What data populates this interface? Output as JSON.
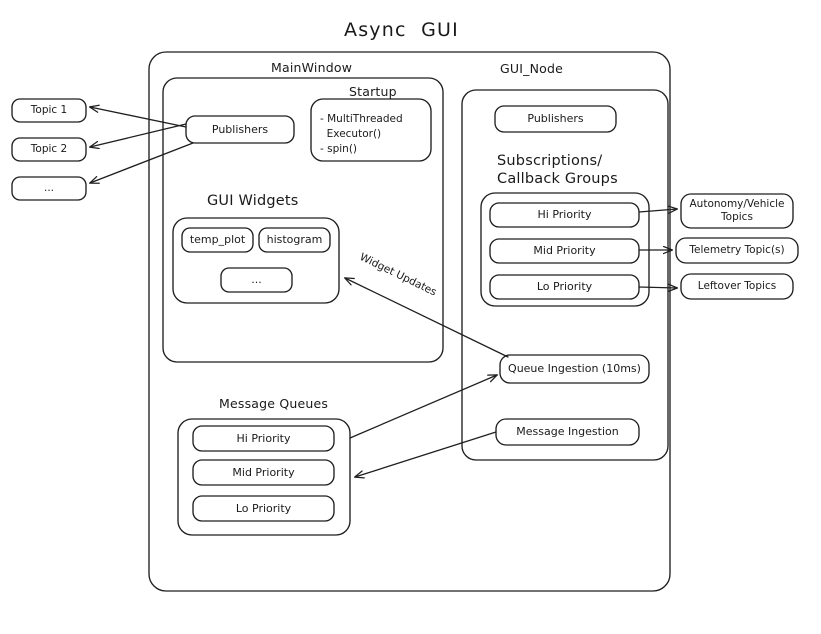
{
  "diagram": {
    "title": "Async  GUI",
    "background": "#ffffff",
    "stroke": "#1f1f1f"
  },
  "external_topics": [
    {
      "label": "Topic 1"
    },
    {
      "label": "Topic 2"
    },
    {
      "label": "..."
    }
  ],
  "right_topics": [
    {
      "label": "Autonomy/Vehicle\nTopics"
    },
    {
      "label": "Telemetry Topic(s)"
    },
    {
      "label": "Leftover Topics"
    }
  ],
  "main_window": {
    "title": "MainWindow",
    "publishers": {
      "label": "Publishers"
    },
    "startup": {
      "title": "Startup",
      "items": "- MultiThreaded\n  Executor()\n- spin()"
    },
    "gui_widgets": {
      "title": "GUI Widgets",
      "widgets": [
        {
          "label": "temp_plot"
        },
        {
          "label": "histogram"
        },
        {
          "label": "..."
        }
      ]
    },
    "message_queues": {
      "title": "Message Queues",
      "queues": [
        {
          "label": "Hi Priority"
        },
        {
          "label": "Mid Priority"
        },
        {
          "label": "Lo Priority"
        }
      ]
    }
  },
  "gui_node": {
    "title": "GUI_Node",
    "publishers": {
      "label": "Publishers"
    },
    "subscriptions": {
      "title": "Subscriptions/\nCallback Groups",
      "groups": [
        {
          "label": "Hi Priority"
        },
        {
          "label": "Mid Priority"
        },
        {
          "label": "Lo Priority"
        }
      ]
    },
    "queue_ingestion": {
      "label": "Queue Ingestion (10ms)"
    },
    "message_ingestion": {
      "label": "Message Ingestion"
    }
  },
  "edges": {
    "widget_updates": {
      "label": "Widget Updates"
    }
  }
}
